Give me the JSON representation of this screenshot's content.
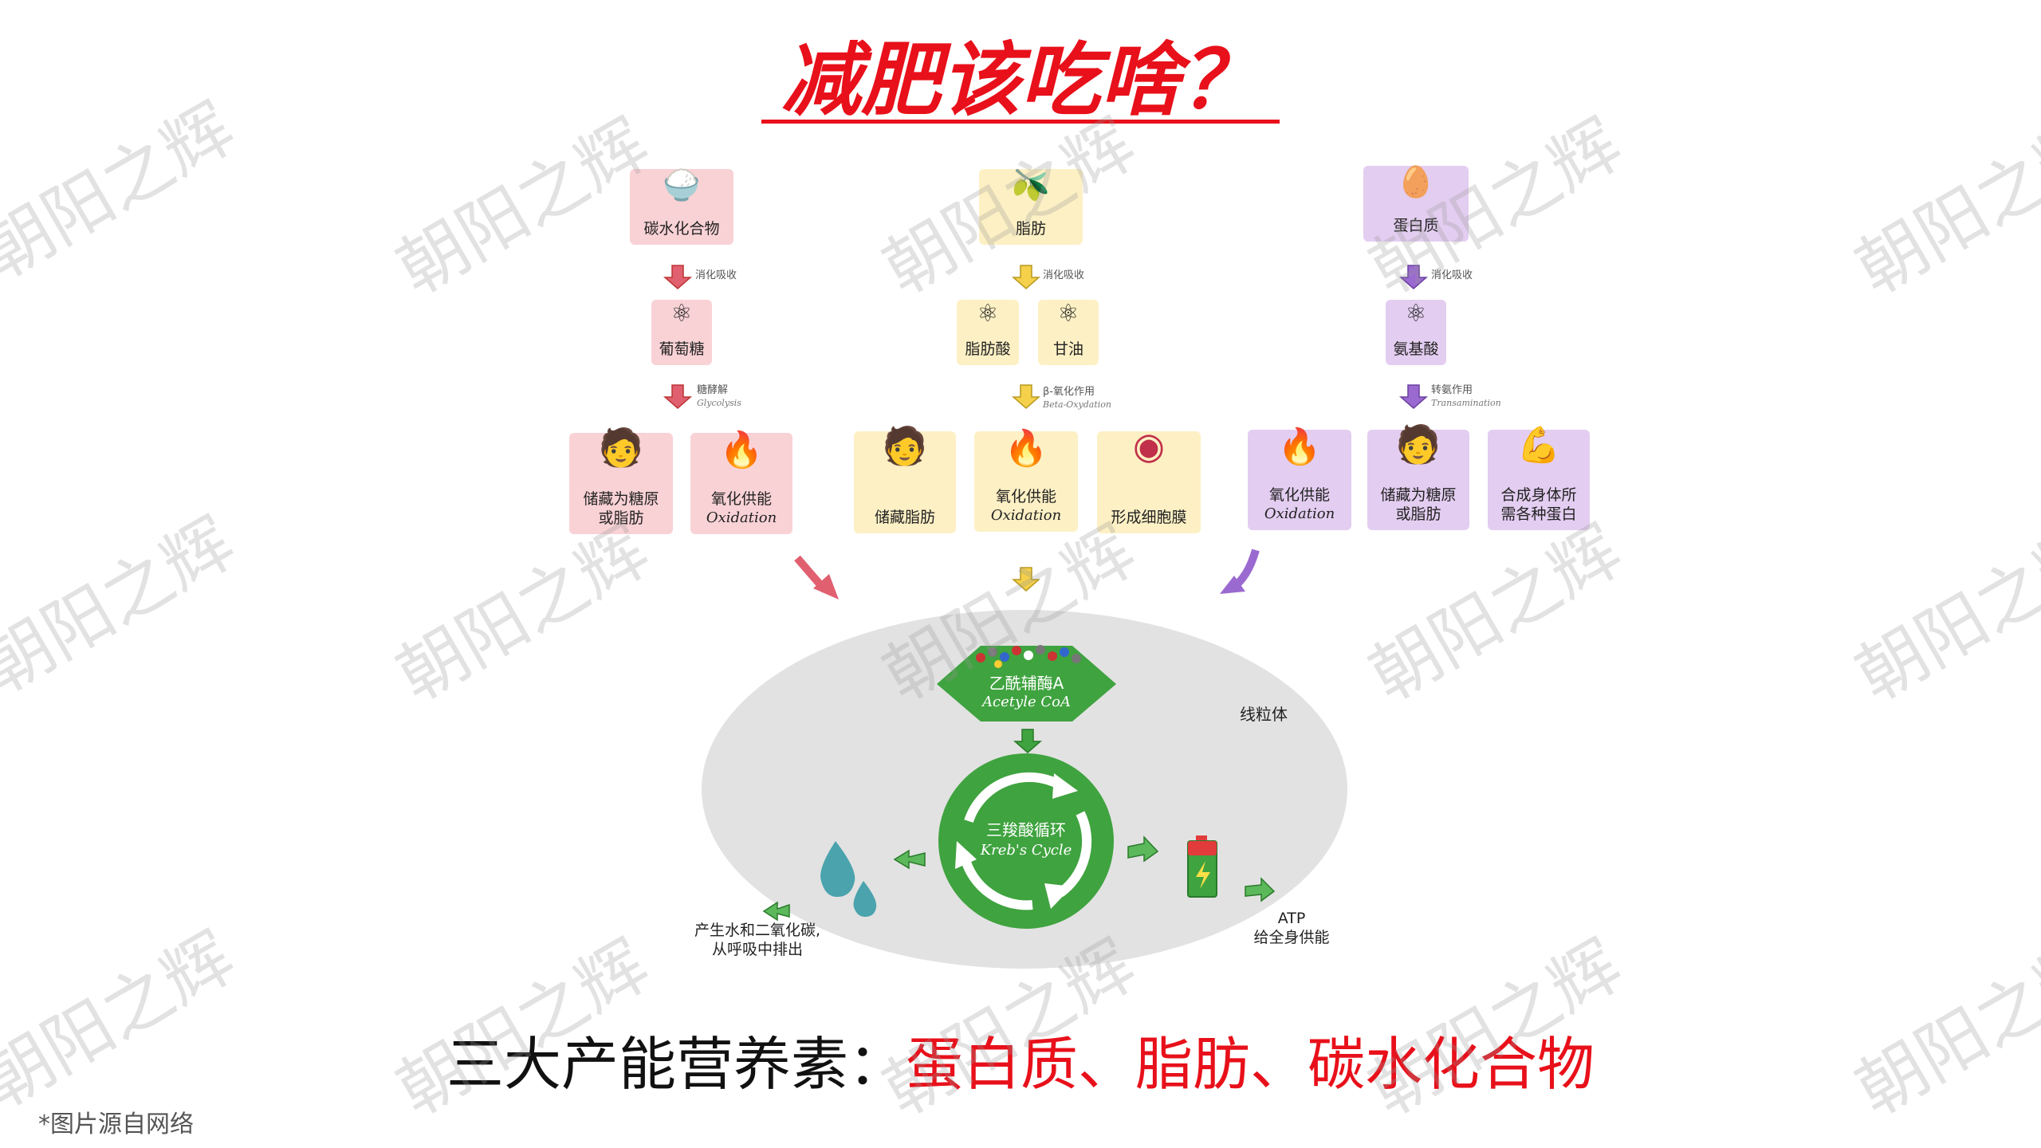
{
  "title": "减肥该吃啥？",
  "nutrients": {
    "carb": {
      "label": "碳水化合物",
      "digest": "消化吸收",
      "product": "葡萄糖",
      "pathway": "糖酵解",
      "pathway_en": "Glycolysis",
      "out1": "储藏为糖原\n或脂肪",
      "out2": "氧化供能",
      "out2_en": "Oxidation"
    },
    "fat": {
      "label": "脂肪",
      "digest": "消化吸收",
      "product1": "脂肪酸",
      "product2": "甘油",
      "pathway": "β-氧化作用",
      "pathway_en": "Beta-Oxydation",
      "out1": "储藏脂肪",
      "out2": "氧化供能",
      "out2_en": "Oxidation",
      "out3": "形成细胞膜"
    },
    "protein": {
      "label": "蛋白质",
      "digest": "消化吸收",
      "product": "氨基酸",
      "pathway": "转氨作用",
      "pathway_en": "Transamination",
      "out1": "氧化供能",
      "out1_en": "Oxidation",
      "out2": "储藏为糖原\n或脂肪",
      "out3": "合成身体所\n需各种蛋白"
    }
  },
  "mito": {
    "label": "线粒体",
    "acetyl": "乙酰辅酶A",
    "acetyl_en": "Acetyle CoA",
    "krebs": "三羧酸循环",
    "krebs_en": "Kreb's Cycle",
    "water_line1": "产生水和二氧化碳,",
    "water_line2": "从呼吸中排出",
    "atp_line1": "ATP",
    "atp_line2": "给全身供能"
  },
  "summary": {
    "prefix": "三大产能营养素：",
    "highlight": "蛋白质、脂肪、碳水化合物"
  },
  "source_note": "*图片源自网络",
  "watermark_text": "朝阳之辉",
  "colors": {
    "title_red": "#e8101a",
    "pink": "#f9d2d6",
    "yellow": "#fdf0c4",
    "purple": "#e3cdf0",
    "green": "#3fa33f",
    "mito_grey": "#e2e2e2"
  }
}
